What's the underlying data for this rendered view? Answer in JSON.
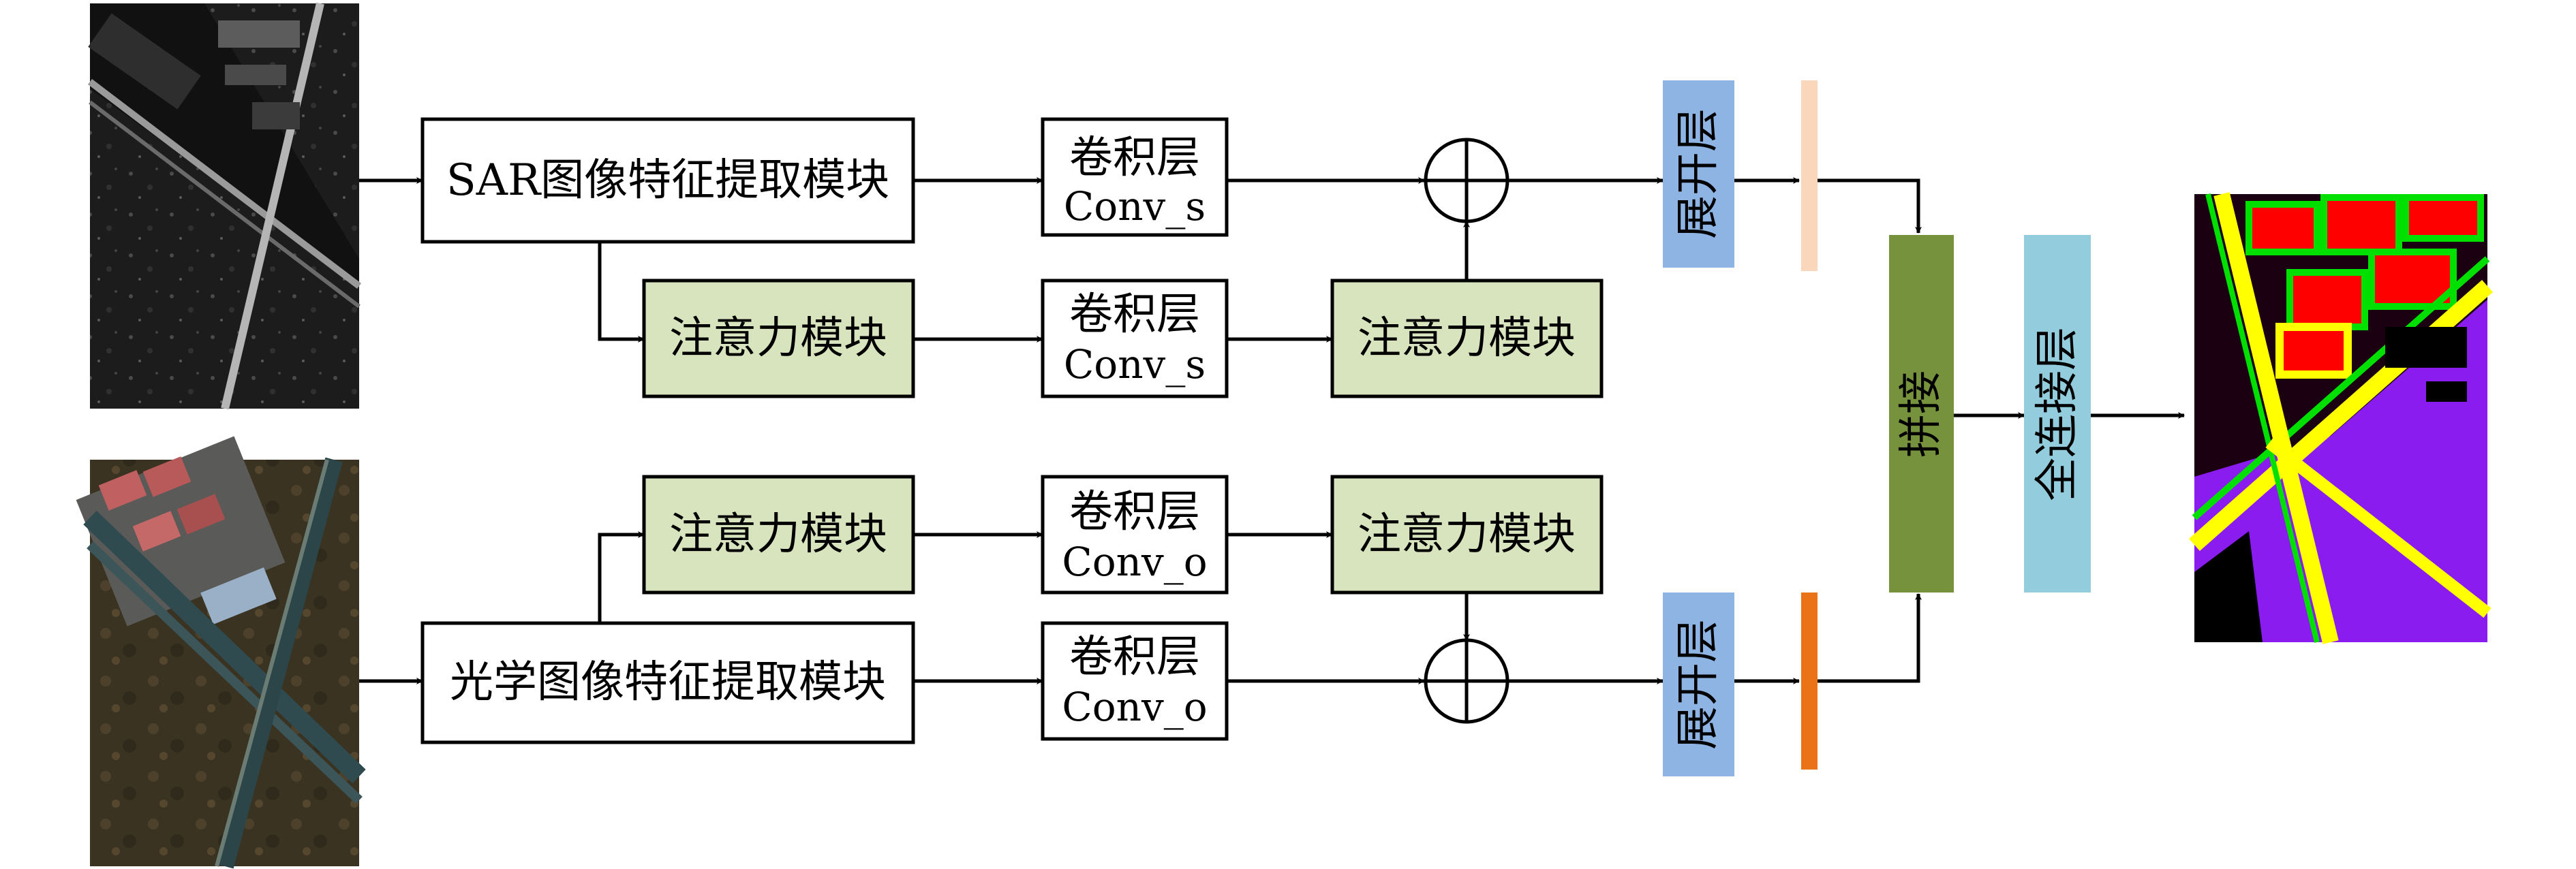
{
  "images": {
    "sar_input": {
      "description": "SAR grayscale input",
      "colors": [
        "#141414",
        "#2a2a2a",
        "#8a8a8a",
        "#d8d8d8"
      ]
    },
    "optical_input": {
      "description": "optical color input",
      "colors": [
        "#3c3524",
        "#5a4a32",
        "#2d4a4f",
        "#c05050",
        "#8aa0b8"
      ]
    },
    "classification_output": {
      "colors": [
        "#8a1cf0",
        "#ff0000",
        "#ffff00",
        "#00e000",
        "#000000"
      ]
    }
  },
  "sar_branch": {
    "feature_module": "SAR图像特征提取模块",
    "attention_1": "注意力模块",
    "conv_top_cn": "卷积层",
    "conv_top_en": "Conv_s",
    "conv_mid_cn": "卷积层",
    "conv_mid_en": "Conv_s",
    "attention_2": "注意力模块",
    "flatten": "展开层",
    "flatten_bar_color": "#fad7bb"
  },
  "optical_branch": {
    "feature_module": "光学图像特征提取模块",
    "attention_1": "注意力模块",
    "conv_mid_cn": "卷积层",
    "conv_mid_en": "Conv_o",
    "conv_bottom_cn": "卷积层",
    "conv_bottom_en": "Conv_o",
    "attention_2": "注意力模块",
    "flatten": "展开层",
    "flatten_bar_color": "#ea7317"
  },
  "fusion": {
    "concat": "拼接",
    "concat_color": "#77923c",
    "fully_connected": "全连接层",
    "fc_color": "#93cddd"
  },
  "colors": {
    "attention_fill": "#d7e4bd",
    "flatten_fill": "#8eb4e3",
    "line": "#000000"
  }
}
